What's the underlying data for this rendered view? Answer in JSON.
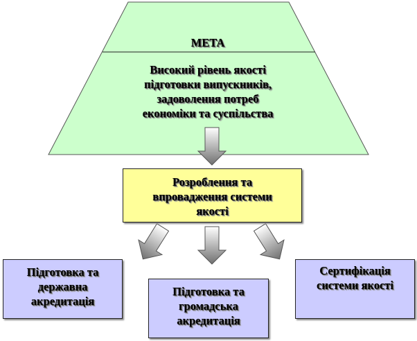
{
  "goal": {
    "title": "МЕТА",
    "lines": [
      "Високий рівень якості",
      "підготовки випускників,",
      "задоволення потреб",
      "економіки та суспільства"
    ]
  },
  "system": {
    "lines": [
      "Розроблення та",
      "впровадження системи",
      "якості"
    ]
  },
  "outcomes": [
    {
      "lines": [
        "Підготовка та",
        "державна",
        "акредитація"
      ]
    },
    {
      "lines": [
        "Підготовка та",
        "громадська",
        "акредитація"
      ]
    },
    {
      "lines": [
        "Сертифікація",
        "системи якості"
      ]
    }
  ],
  "colors": {
    "goal_fill": "#ccffcc",
    "system_fill": "#ffff99",
    "outcome_fill": "#ccccff"
  }
}
